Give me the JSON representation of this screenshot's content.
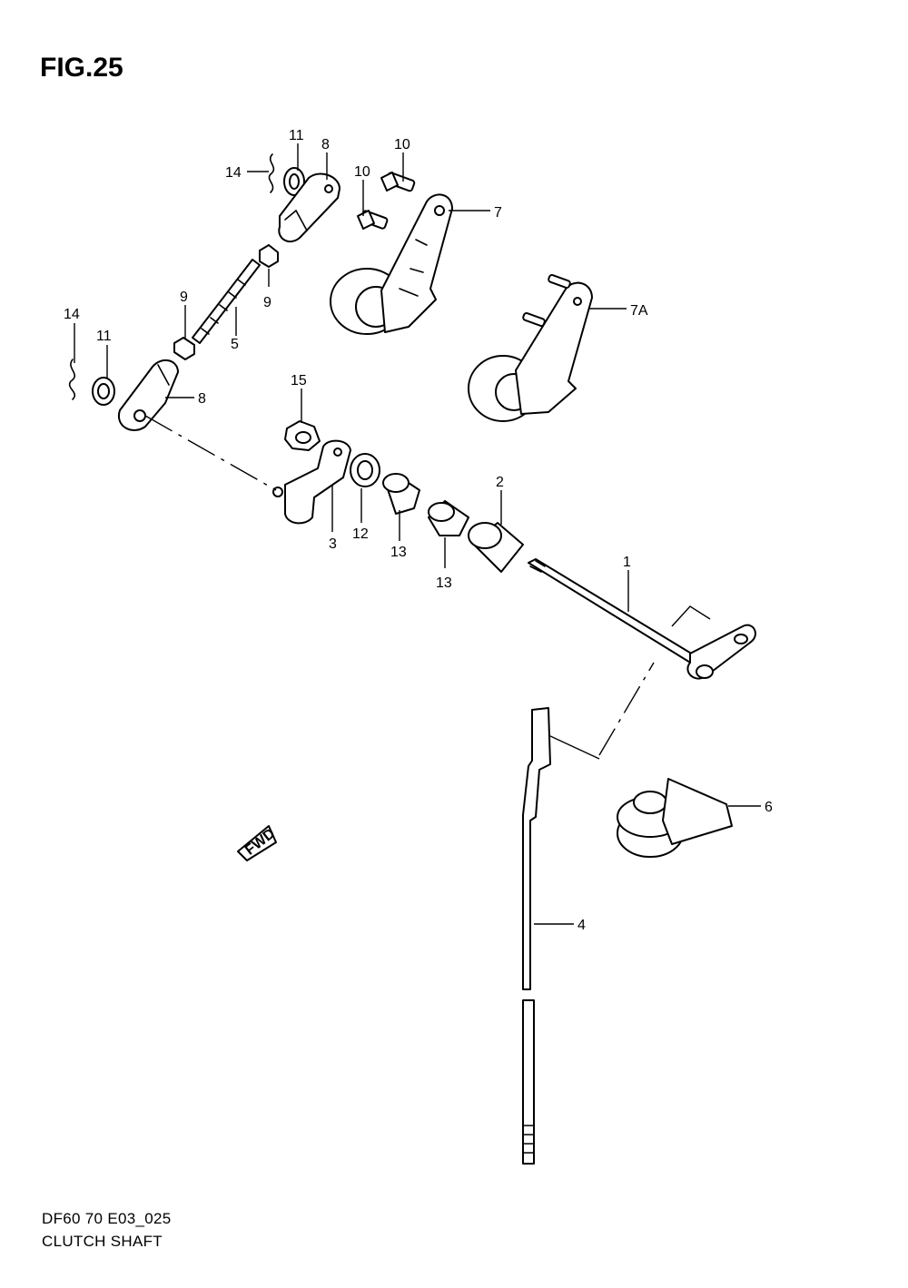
{
  "figure": {
    "title": "FIG.25",
    "model_code": "DF60 70 E03_025",
    "name": "CLUTCH SHAFT"
  },
  "callouts": [
    {
      "id": "c1",
      "label": "1"
    },
    {
      "id": "c2",
      "label": "2"
    },
    {
      "id": "c3",
      "label": "3"
    },
    {
      "id": "c4",
      "label": "4"
    },
    {
      "id": "c5",
      "label": "5"
    },
    {
      "id": "c6",
      "label": "6"
    },
    {
      "id": "c7",
      "label": "7"
    },
    {
      "id": "c7a",
      "label": "7A"
    },
    {
      "id": "c8a",
      "label": "8"
    },
    {
      "id": "c8b",
      "label": "8"
    },
    {
      "id": "c9a",
      "label": "9"
    },
    {
      "id": "c9b",
      "label": "9"
    },
    {
      "id": "c10a",
      "label": "10"
    },
    {
      "id": "c10b",
      "label": "10"
    },
    {
      "id": "c11a",
      "label": "11"
    },
    {
      "id": "c11b",
      "label": "11"
    },
    {
      "id": "c12",
      "label": "12"
    },
    {
      "id": "c13a",
      "label": "13"
    },
    {
      "id": "c13b",
      "label": "13"
    },
    {
      "id": "c14a",
      "label": "14"
    },
    {
      "id": "c14b",
      "label": "14"
    },
    {
      "id": "c15",
      "label": "15"
    }
  ],
  "fwd_marker": {
    "label": "FWD",
    "icon": "fwd-arrow-icon"
  }
}
